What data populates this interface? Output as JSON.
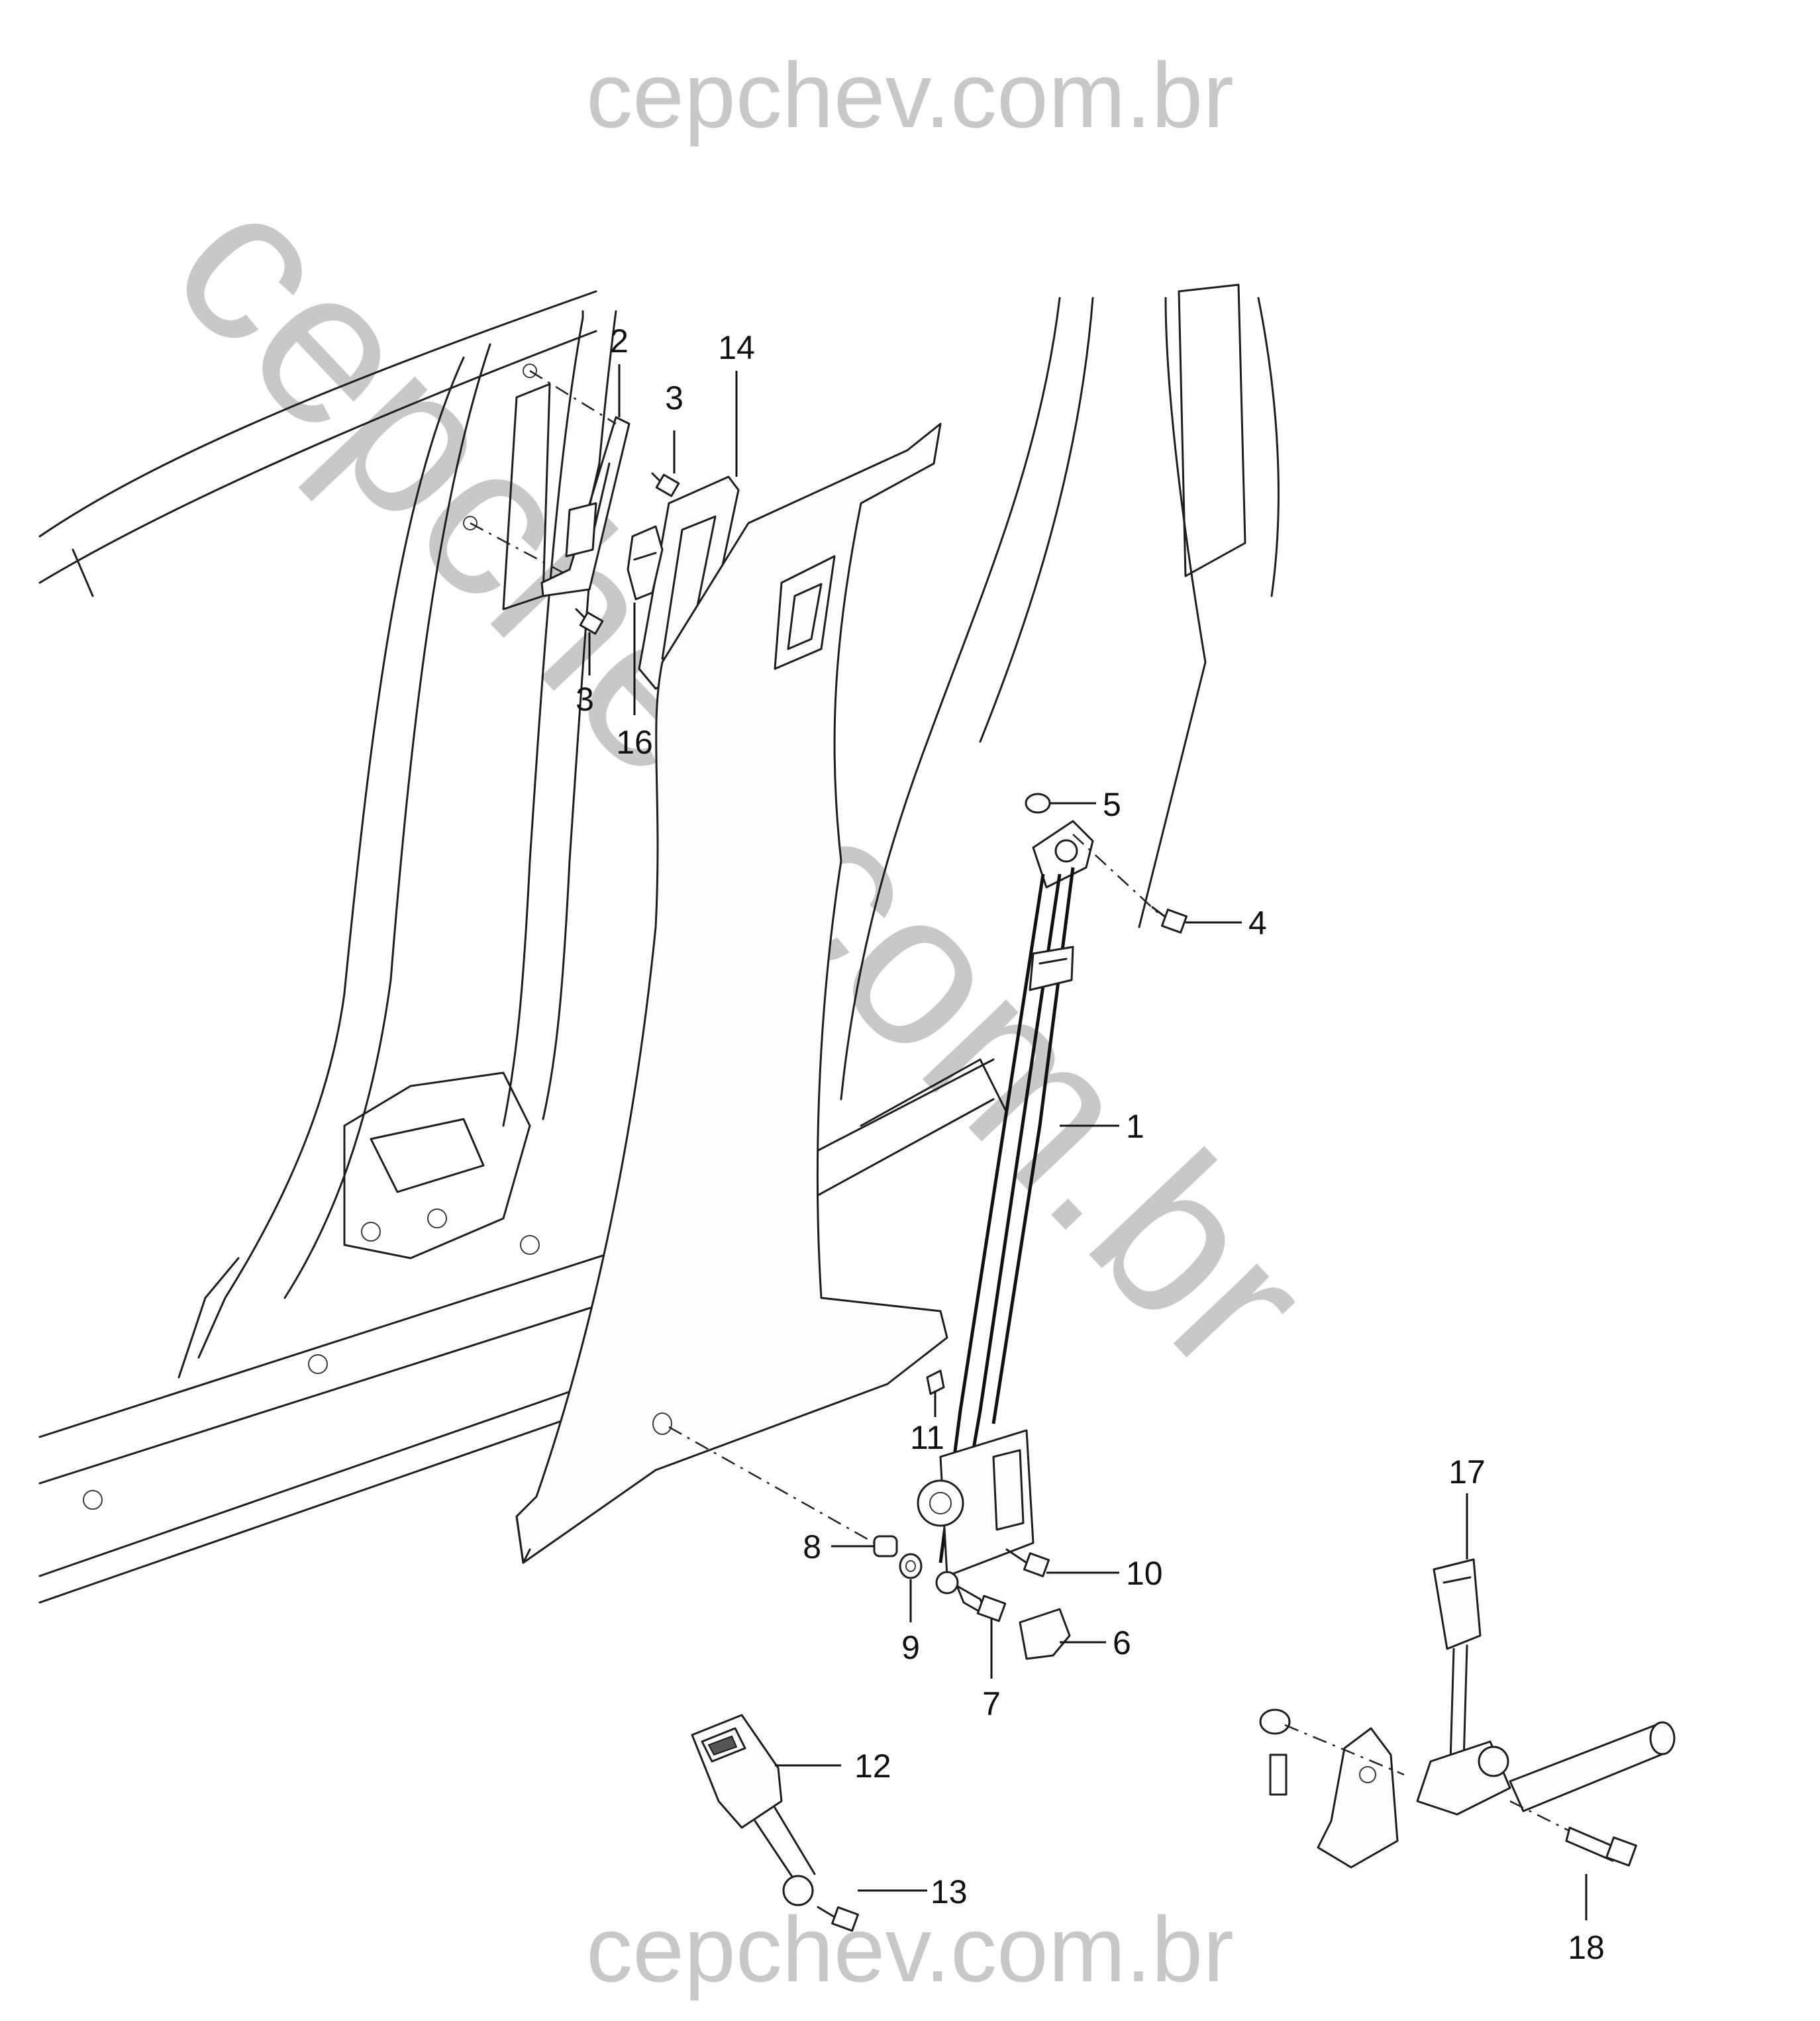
{
  "watermark": {
    "top_text": "cepchev.com.br",
    "bottom_text": "cepchev.com.br",
    "diagonal_text": "cepchev.com.br",
    "color": "#c8c8c8"
  },
  "callouts": [
    {
      "id": "1",
      "label": "1"
    },
    {
      "id": "2",
      "label": "2"
    },
    {
      "id": "3a",
      "label": "3"
    },
    {
      "id": "3b",
      "label": "3"
    },
    {
      "id": "4",
      "label": "4"
    },
    {
      "id": "5",
      "label": "5"
    },
    {
      "id": "6",
      "label": "6"
    },
    {
      "id": "7",
      "label": "7"
    },
    {
      "id": "8",
      "label": "8"
    },
    {
      "id": "9",
      "label": "9"
    },
    {
      "id": "10",
      "label": "10"
    },
    {
      "id": "11",
      "label": "11"
    },
    {
      "id": "12",
      "label": "12"
    },
    {
      "id": "13",
      "label": "13"
    },
    {
      "id": "14",
      "label": "14"
    },
    {
      "id": "16",
      "label": "16"
    },
    {
      "id": "17",
      "label": "17"
    },
    {
      "id": "18",
      "label": "18"
    }
  ]
}
